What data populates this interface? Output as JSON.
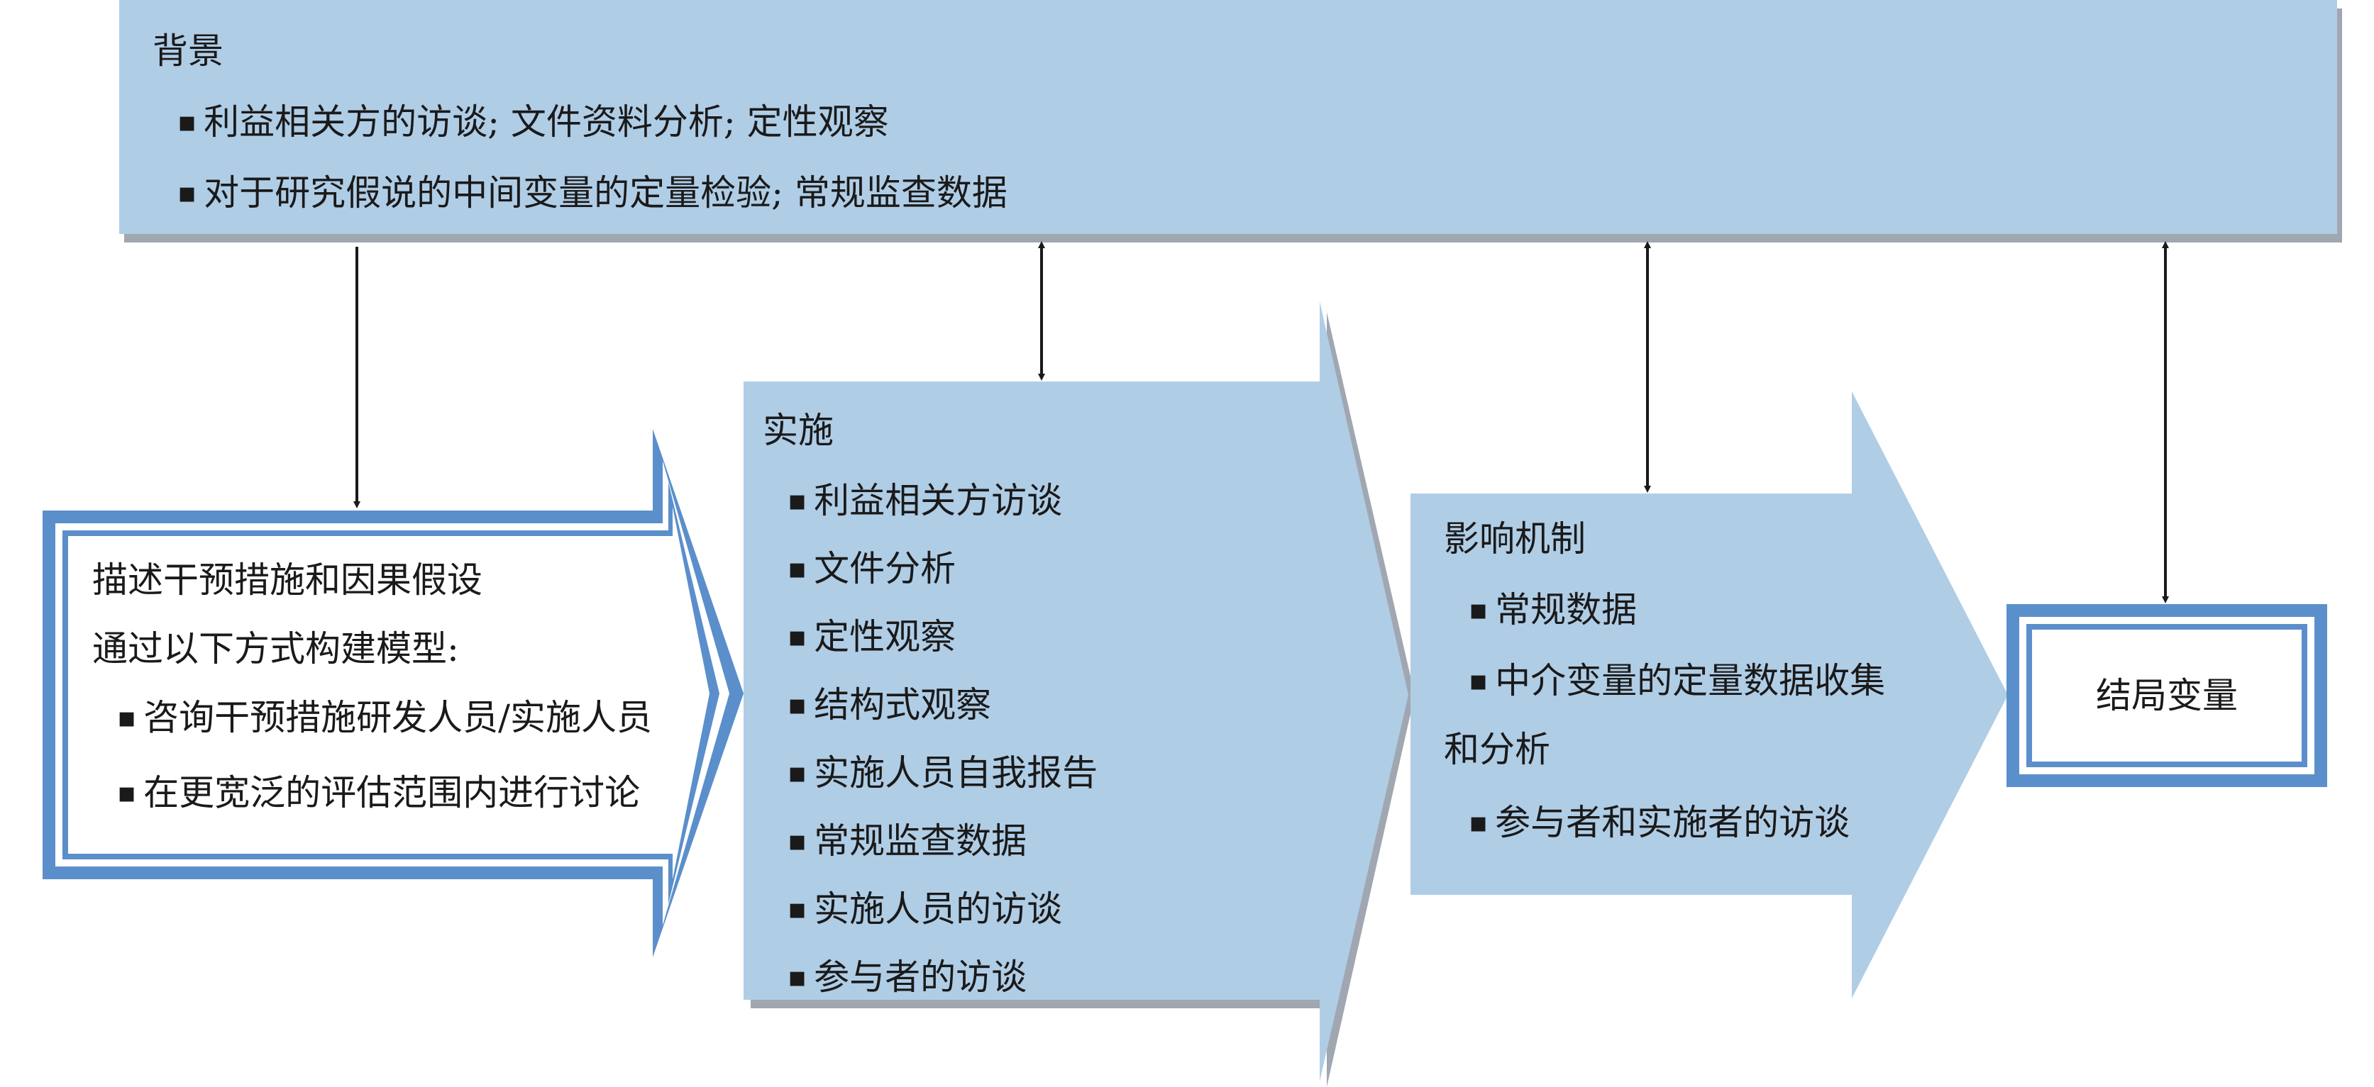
{
  "background": {
    "title": "背景",
    "items": [
      "利益相关方的访谈; 文件资料分析; 定性观察",
      "对于研究假说的中间变量的定量检验; 常规监查数据"
    ]
  },
  "intervention": {
    "title": "描述干预措施和因果假设",
    "subtitle": "通过以下方式构建模型:",
    "items": [
      "咨询干预措施研发人员/实施人员",
      "在更宽泛的评估范围内进行讨论"
    ]
  },
  "implementation": {
    "title": "实施",
    "items": [
      "利益相关方访谈",
      "文件分析",
      "定性观察",
      "结构式观察",
      "实施人员自我报告",
      "常规监查数据",
      "实施人员的访谈",
      "参与者的访谈"
    ]
  },
  "mechanism": {
    "title": "影响机制",
    "item1": "常规数据",
    "item2": "中介变量的定量数据收集",
    "item2_cont": "和分析",
    "item3": "参与者和实施者的访谈"
  },
  "outcome": {
    "label": "结局变量"
  },
  "colors": {
    "box_fill": "#b0cde6",
    "box_shadow": "#a0a7b1",
    "frame_blue": "#5b8fcb",
    "arrow": "#1a1a1a"
  }
}
